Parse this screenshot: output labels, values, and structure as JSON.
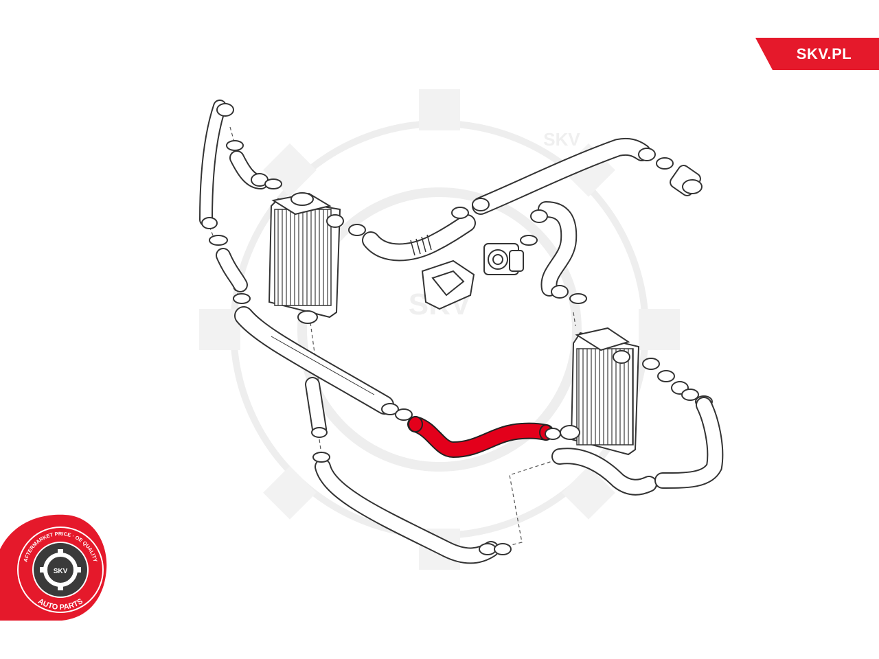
{
  "brand": {
    "site_label": "SKV.PL",
    "accent_color": "#e5192b",
    "highlight_color": "#e3001b"
  },
  "seal": {
    "top_text": "AFTERMARKET PRICE · OE QUALITY",
    "center_text": "SKV",
    "bottom_text": "AUTO PARTS"
  },
  "watermark": {
    "text": "SKV"
  },
  "diagram": {
    "highlighted_part": "intercooler-hose"
  }
}
